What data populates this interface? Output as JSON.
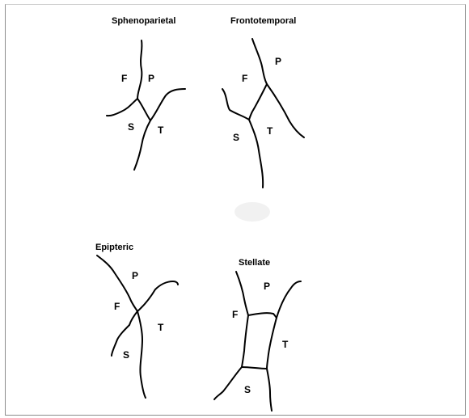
{
  "panels": [
    {
      "title": "Sphenoparietal",
      "labels": {
        "f": "F",
        "p": "P",
        "s": "S",
        "t": "T"
      }
    },
    {
      "title": "Frontotemporal",
      "labels": {
        "f": "F",
        "p": "P",
        "s": "S",
        "t": "T"
      }
    },
    {
      "title": "Epipteric",
      "labels": {
        "f": "F",
        "p": "P",
        "s": "S",
        "t": "T"
      }
    },
    {
      "title": "Stellate",
      "labels": {
        "f": "F",
        "p": "P",
        "s": "S",
        "t": "T"
      }
    }
  ]
}
